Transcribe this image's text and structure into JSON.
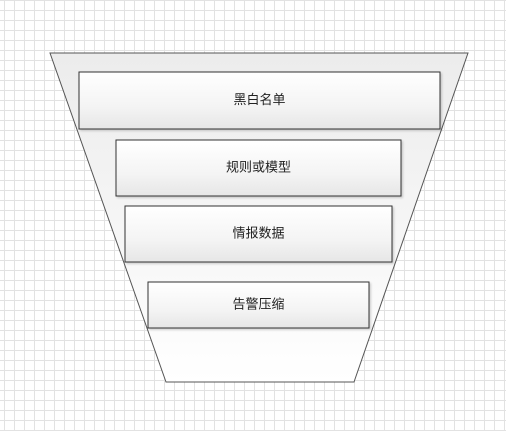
{
  "diagram": {
    "layers": [
      {
        "label": "黑白名单"
      },
      {
        "label": "规则或模型"
      },
      {
        "label": "情报数据"
      },
      {
        "label": "告警压缩"
      }
    ]
  }
}
